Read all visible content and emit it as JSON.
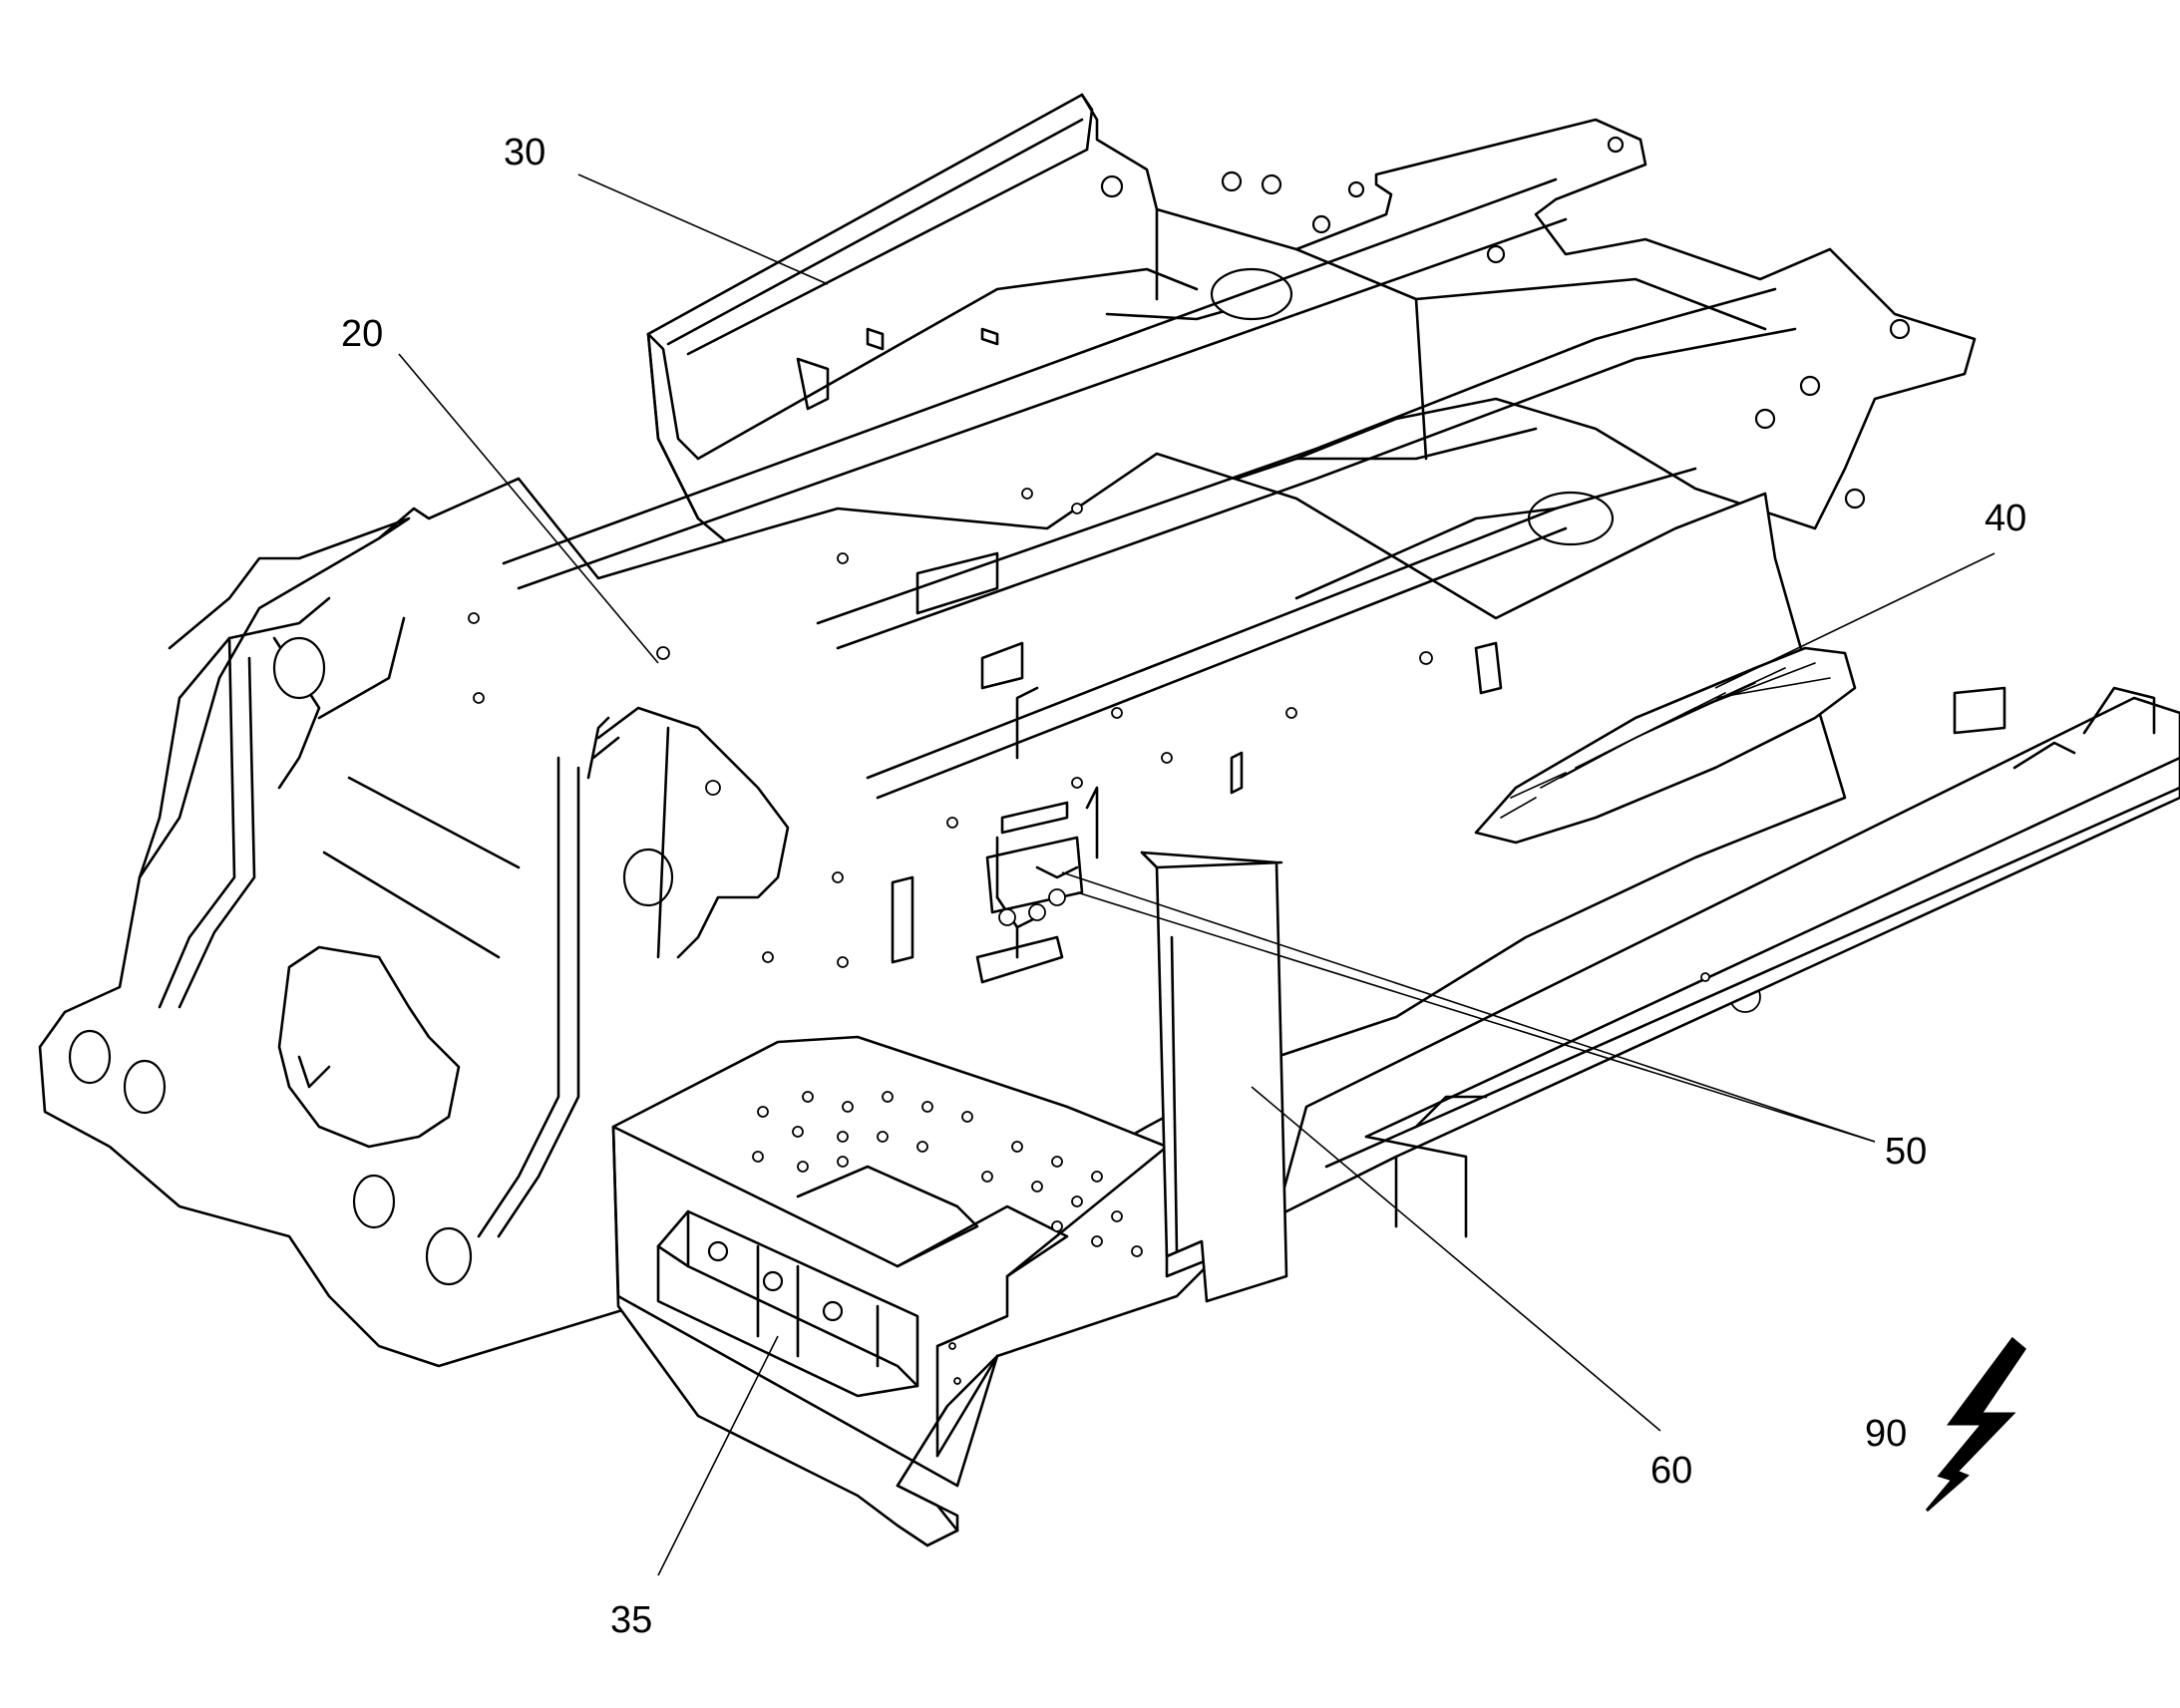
{
  "reference_numerals": {
    "r20": "20",
    "r30": "30",
    "r35": "35",
    "r40": "40",
    "r50": "50",
    "r60": "60",
    "r90": "90"
  },
  "symbols": {
    "arrow_90": "lightning-arrow-icon"
  }
}
